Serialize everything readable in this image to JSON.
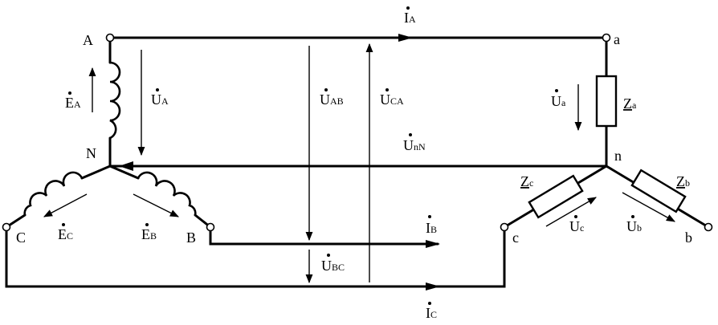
{
  "nodes": {
    "A": "A",
    "B": "B",
    "C": "C",
    "N": "N",
    "a": "a",
    "b": "b",
    "c": "c",
    "n": "n"
  },
  "emf": {
    "EA": {
      "main": "E",
      "sub": "A"
    },
    "EB": {
      "main": "E",
      "sub": "B"
    },
    "EC": {
      "main": "E",
      "sub": "C"
    }
  },
  "voltages": {
    "UA": {
      "main": "U",
      "sub": "A"
    },
    "UAB": {
      "main": "U",
      "sub": "AB"
    },
    "UCA": {
      "main": "U",
      "sub": "CA"
    },
    "UBC": {
      "main": "U",
      "sub": "BC"
    },
    "UnN": {
      "main": "U",
      "sub": "nN"
    },
    "Ua": {
      "main": "U",
      "sub": "a"
    },
    "Ub": {
      "main": "U",
      "sub": "b"
    },
    "Uc": {
      "main": "U",
      "sub": "c"
    }
  },
  "currents": {
    "IA": {
      "main": "I",
      "sub": "A"
    },
    "IB": {
      "main": "I",
      "sub": "B"
    },
    "IC": {
      "main": "I",
      "sub": "C"
    }
  },
  "impedances": {
    "Za": {
      "main": "Z",
      "sub": "a"
    },
    "Zb": {
      "main": "Z",
      "sub": "b"
    },
    "Zc": {
      "main": "Z",
      "sub": "c"
    }
  }
}
